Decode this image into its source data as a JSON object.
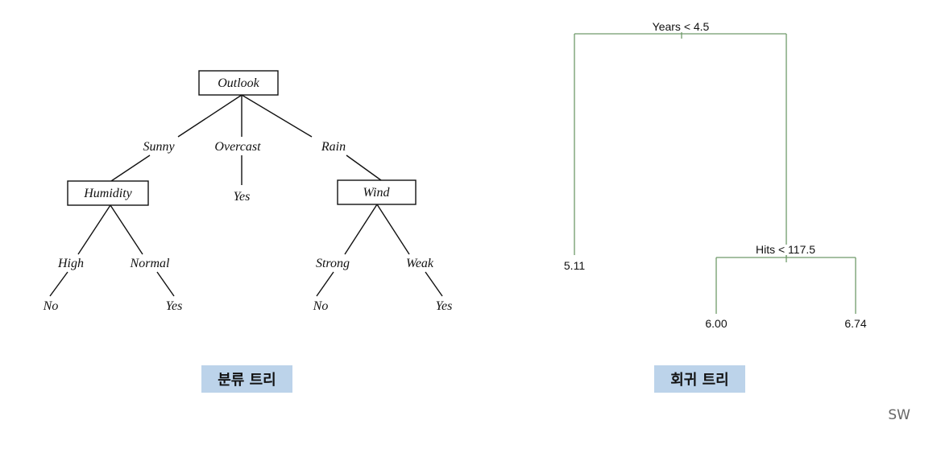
{
  "classification_tree": {
    "root": "Outlook",
    "branch_sunny": "Sunny",
    "branch_overcast": "Overcast",
    "branch_rain": "Rain",
    "node_humidity": "Humidity",
    "node_wind": "Wind",
    "leaf_overcast": "Yes",
    "humidity_high": "High",
    "humidity_normal": "Normal",
    "leaf_high": "No",
    "leaf_normal": "Yes",
    "wind_strong": "Strong",
    "wind_weak": "Weak",
    "leaf_strong": "No",
    "leaf_weak": "Yes",
    "caption": "분류 트리"
  },
  "regression_tree": {
    "root_split": "Years < 4.5",
    "second_split": "Hits < 117.5",
    "leaf_left": "5.11",
    "leaf_mid": "6.00",
    "leaf_right": "6.74",
    "caption": "회귀 트리",
    "line_color": "#6f9a6a"
  },
  "watermark": "SW"
}
